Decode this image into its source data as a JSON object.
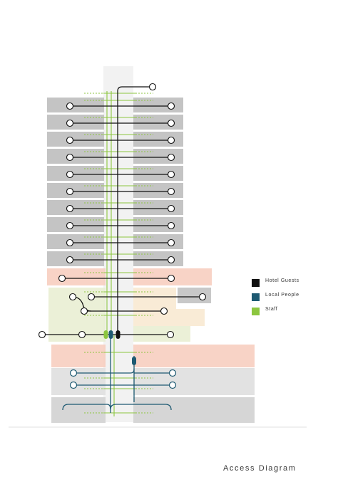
{
  "caption": "Access Diagram",
  "legend": [
    {
      "label": "Hotel Guests",
      "color": "#111111"
    },
    {
      "label": "Local People",
      "color": "#1e5a72"
    },
    {
      "label": "Staff",
      "color": "#8cc63f"
    }
  ],
  "colors": {
    "hotel_guests": "#111111",
    "local_people": "#1e5a72",
    "staff": "#8cc63f",
    "hotel_floor": "#c4c4c4",
    "retail_floor": "#f6c8b8",
    "amenity_floor": "#e6eccd",
    "podium_floor": "#e2e2e2"
  },
  "diagram": {
    "hotel_floor_count": 10
  }
}
